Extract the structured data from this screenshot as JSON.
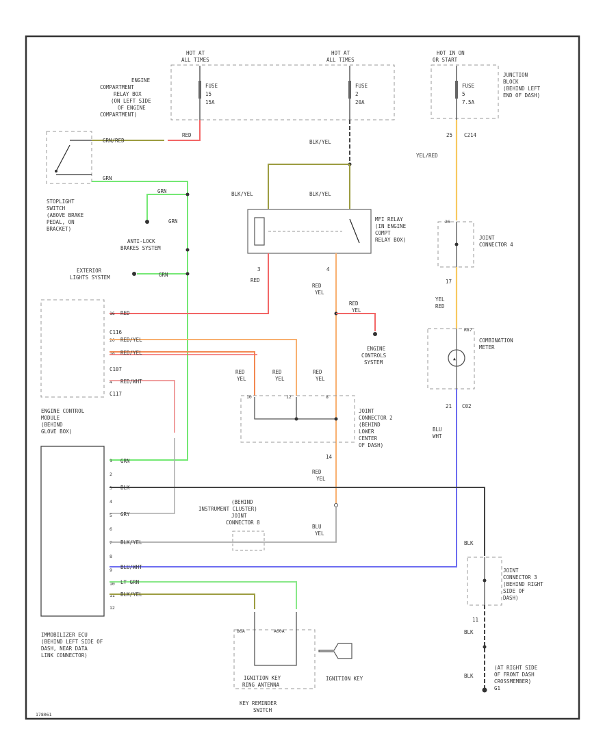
{
  "colors": {
    "red": "#f26666",
    "green": "#74e874",
    "orange": "#f8b070",
    "yellow": "#f8c860",
    "blue": "#6c6cf0",
    "black": "#333333",
    "gray": "#888888",
    "olive": "#9c9c40",
    "pink": "#f0a0a0",
    "ltgreen": "#88e888"
  },
  "fuse_left": {
    "hot": "HOT AT",
    "hot2": "ALL TIMES",
    "fuse": "FUSE",
    "num": "15",
    "amp": "15A"
  },
  "fuse_mid": {
    "hot": "HOT AT",
    "hot2": "ALL TIMES",
    "fuse": "FUSE",
    "num": "2",
    "amp": "20A"
  },
  "fuse_right": {
    "hot": "HOT IN ON",
    "hot2": "OR START",
    "fuse": "FUSE",
    "num": "5",
    "amp": "7.5A"
  },
  "relay_box": [
    "ENGINE",
    "COMPARTMENT",
    "RELAY BOX",
    "(ON LEFT SIDE",
    "OF ENGINE",
    "COMPARTMENT)"
  ],
  "junction_block": [
    "JUNCTION",
    "BLOCK",
    "(BEHIND LEFT",
    "END OF DASH)"
  ],
  "stoplight": [
    "STOPLIGHT",
    "SWITCH",
    "(ABOVE BRAKE",
    "PEDAL, ON",
    "BRACKET)"
  ],
  "antilock": [
    "ANTI-LOCK",
    "BRAKES SYSTEM"
  ],
  "exterior": [
    "EXTERIOR",
    "LIGHTS SYSTEM"
  ],
  "ecm": [
    "ENGINE CONTROL",
    "MODULE",
    "(BEHIND",
    "GLOVE BOX)"
  ],
  "immobilizer": [
    "IMMOBILIZER ECU",
    "(BEHIND LEFT SIDE OF",
    "DASH, NEAR DATA",
    "LINK CONNECTOR)"
  ],
  "mfi_relay": [
    "MFI RELAY",
    "(IN ENGINE",
    "COMPT",
    "RELAY BOX)"
  ],
  "engine_controls": [
    "ENGINE",
    "CONTROLS",
    "SYSTEM"
  ],
  "jc4": [
    "JOINT",
    "CONNECTOR 4"
  ],
  "jc2": [
    "JOINT",
    "CONNECTOR 2",
    "(BEHIND",
    "LOWER",
    "CENTER",
    "OF DASH)"
  ],
  "jc3": [
    "JOINT",
    "CONNECTOR 3",
    "(BEHIND RIGHT",
    "SIDE OF",
    "DASH)"
  ],
  "combo_meter": [
    "COMBINATION",
    "METER"
  ],
  "instrument": [
    "(BEHIND",
    "INSTRUMENT CLUSTER)",
    "JOINT",
    "CONNECTOR 8"
  ],
  "ground": [
    "(AT RIGHT SIDE",
    "OF FRONT DASH",
    "CROSSMEMBER)",
    "G1"
  ],
  "ignition_key": "IGNITION KEY",
  "key_unit": [
    "IGNITION KEY",
    "RING ANTENNA"
  ],
  "key_reminder": [
    "KEY REMINDER",
    "SWITCH"
  ],
  "wires": {
    "grn_red": "GRN/RED",
    "red": "RED",
    "grn": "GRN",
    "blk_yel": "BLK/YEL",
    "yel_red": "YEL/RED",
    "red_yel": "RED/YEL",
    "red_wht": "RED/WHT",
    "blu_wht": "BLU/WHT",
    "blk": "BLK",
    "gry": "GRY",
    "lt_grn": "LT GRN",
    "yel": "YEL",
    "red2": "RED",
    "blu": "BLU",
    "wht": "WHT"
  },
  "pins": {
    "c214": "C214",
    "p25": "25",
    "p26": "26",
    "p17": "17",
    "p21": "21",
    "c02": "C02",
    "r87": "R87",
    "p3": "3",
    "p4": "4",
    "c116": "C116",
    "c107": "C107",
    "c117": "C117",
    "p10": "10",
    "p12": "12",
    "p8": "8",
    "p2": "2",
    "p3b": "3",
    "p4b": "4",
    "p5": "5",
    "p6": "6",
    "p7": "7",
    "p11": "11",
    "p1": "1",
    "p9": "9",
    "p14": "14"
  },
  "footer_code": "178061"
}
